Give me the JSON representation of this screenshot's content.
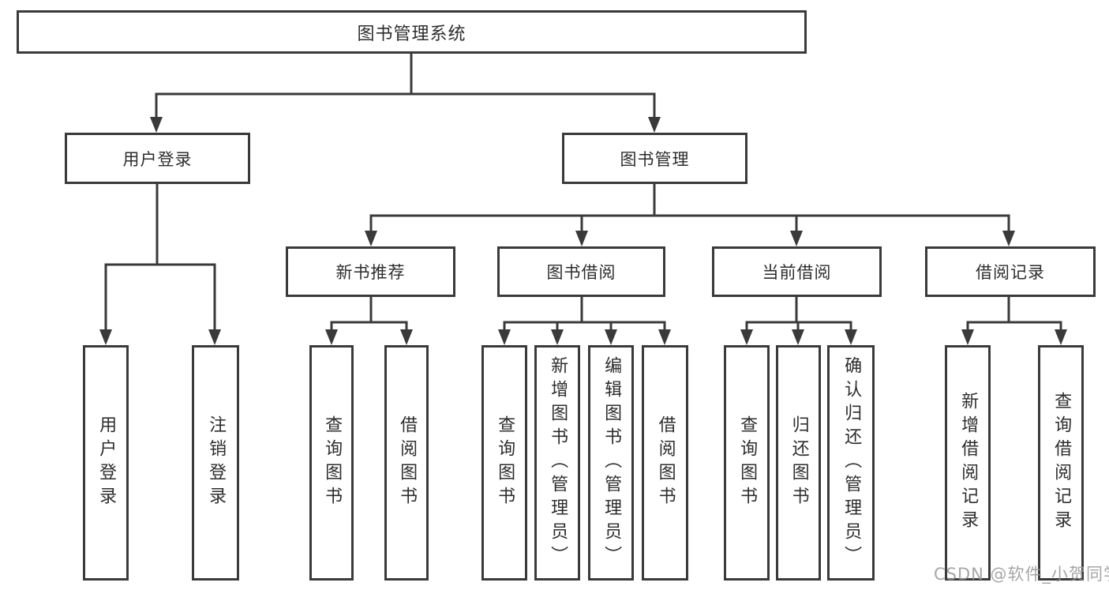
{
  "colors": {
    "line": "#3a3a3a",
    "text": "#2d2d2d",
    "background": "#ffffff",
    "watermark": "#969696"
  },
  "watermark": "CSDN @软件_小贺同学",
  "tree": {
    "root": {
      "label": "图书管理系统"
    },
    "branches": [
      {
        "label": "用户登录",
        "leaves": [
          {
            "label": "用户登录"
          },
          {
            "label": "注销登录"
          }
        ]
      },
      {
        "label": "图书管理",
        "groups": [
          {
            "label": "新书推荐",
            "leaves": [
              {
                "label": "查询图书"
              },
              {
                "label": "借阅图书"
              }
            ]
          },
          {
            "label": "图书借阅",
            "leaves": [
              {
                "label": "查询图书"
              },
              {
                "label": "新增图书（管理员）"
              },
              {
                "label": "编辑图书（管理员）"
              },
              {
                "label": "借阅图书"
              }
            ]
          },
          {
            "label": "当前借阅",
            "leaves": [
              {
                "label": "查询图书"
              },
              {
                "label": "归还图书"
              },
              {
                "label": "确认归还（管理员）"
              }
            ]
          },
          {
            "label": "借阅记录",
            "leaves": [
              {
                "label": "新增借阅记录"
              },
              {
                "label": "查询借阅记录"
              }
            ]
          }
        ]
      }
    ]
  }
}
